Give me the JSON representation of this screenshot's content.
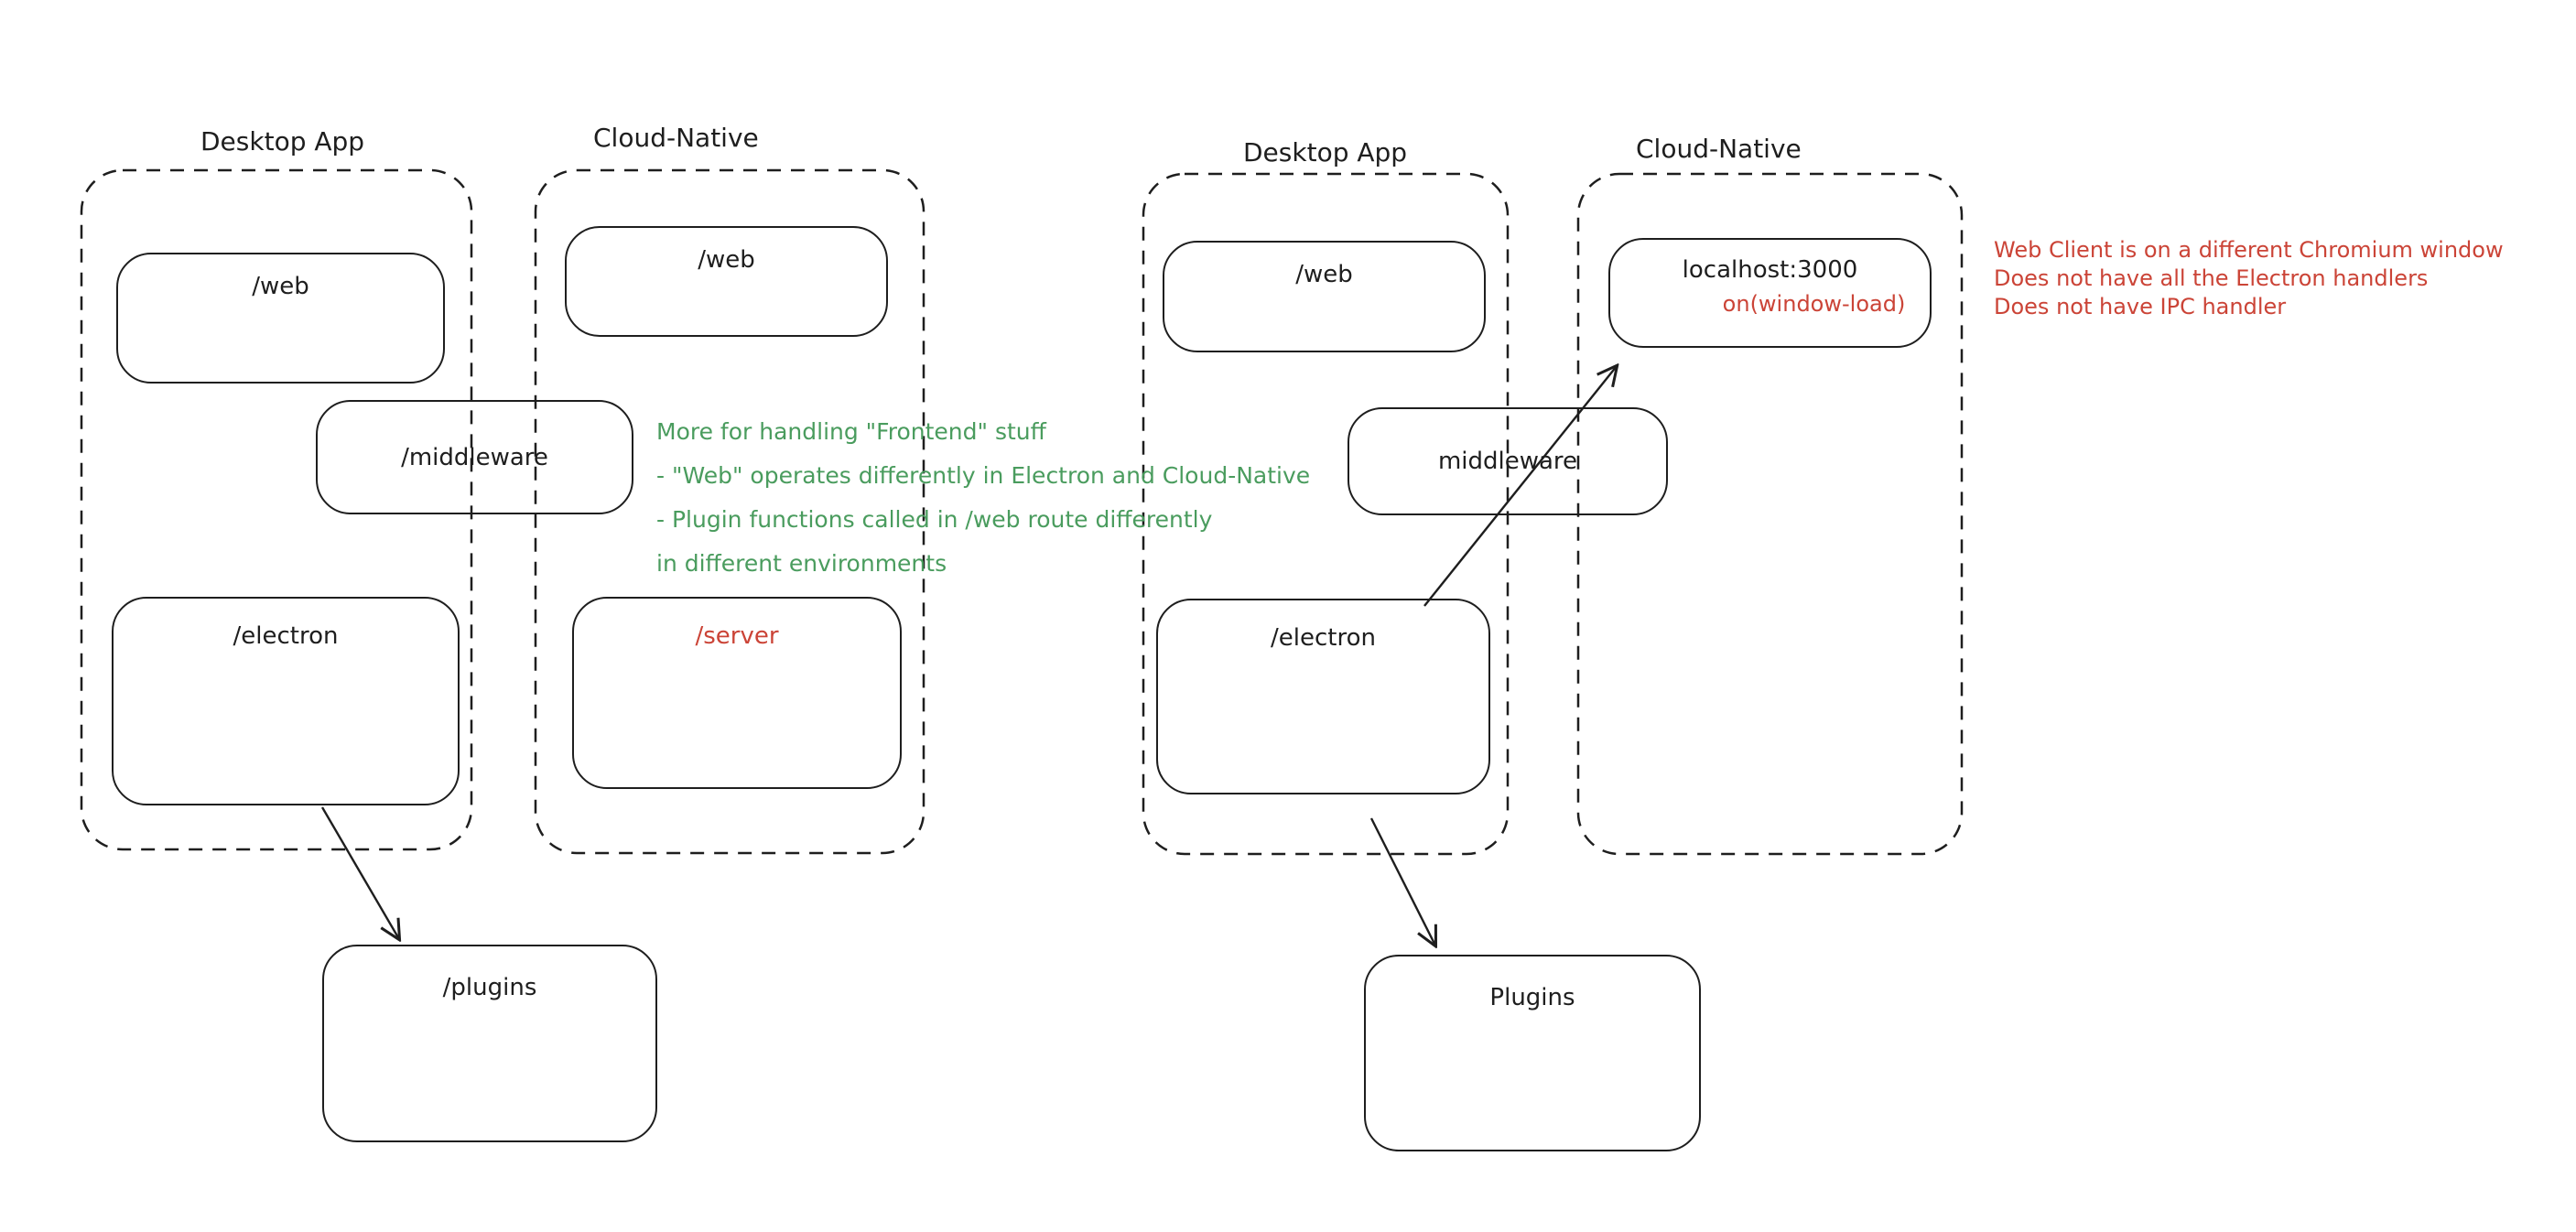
{
  "colors": {
    "background": "#ffffff",
    "ink": "#1e1e1e",
    "green": "#4a9c5e",
    "red": "#cb4437"
  },
  "left_diagram": {
    "desktop_title": "Desktop App",
    "cloud_title": "Cloud-Native",
    "nodes": {
      "web_desktop": "/web",
      "middleware": "/middleware",
      "electron": "/electron",
      "web_cloud": "/web",
      "server": "/server",
      "plugins": "/plugins"
    }
  },
  "right_diagram": {
    "desktop_title": "Desktop App",
    "cloud_title": "Cloud-Native",
    "nodes": {
      "web": "/web",
      "middleware": "middleware",
      "electron": "/electron",
      "localhost": "localhost:3000",
      "window_load": "on(window-load)",
      "plugins": "Plugins"
    }
  },
  "annotations": {
    "green_note": {
      "lines": [
        "More for handling \"Frontend\" stuff",
        "- \"Web\" operates differently in Electron and Cloud-Native",
        "- Plugin functions called in /web route differently",
        "in different environments"
      ]
    },
    "red_note": {
      "lines": [
        "Web Client is on a different Chromium window",
        "Does not have all the Electron handlers",
        "Does not have IPC handler"
      ]
    }
  },
  "edges": [
    {
      "from": "electron-left",
      "to": "plugins-left",
      "style": "arrow"
    },
    {
      "from": "electron-right",
      "to": "localhost-3000",
      "style": "arrow-through-middleware"
    },
    {
      "from": "electron-right",
      "to": "plugins-right",
      "style": "arrow"
    }
  ]
}
